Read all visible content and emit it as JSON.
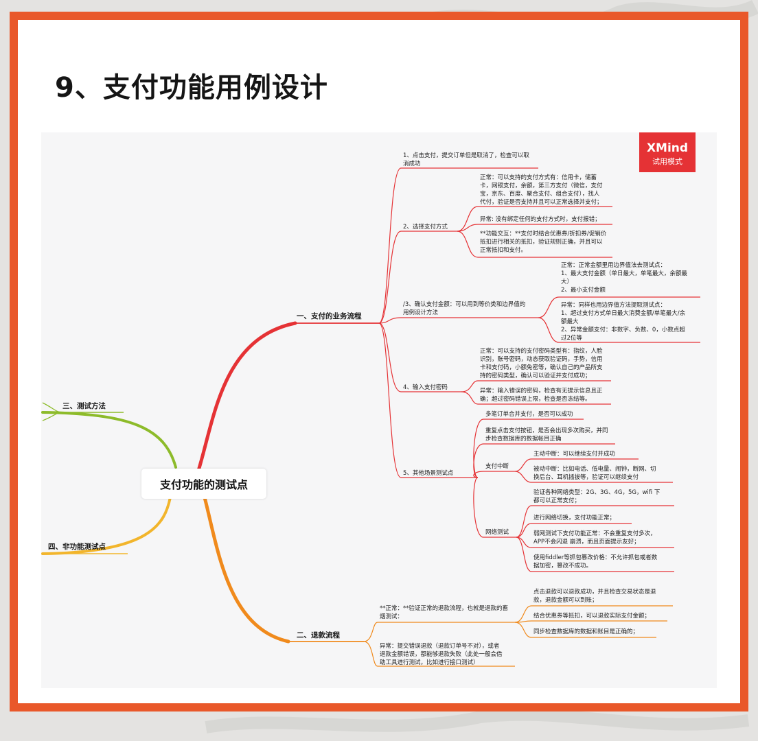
{
  "title": "9、支付功能用例设计",
  "watermark": {
    "brand": "XMind",
    "mode": "试用模式"
  },
  "colors": {
    "frame": "#e9582a",
    "badge": "#e53235",
    "red_branch": "#e53235",
    "orange_branch": "#f08a1c",
    "green_branch": "#8dbb2a",
    "yellow_branch": "#f2b52c"
  },
  "mindmap": {
    "central": "支付功能的测试点",
    "branches": {
      "flow": {
        "label": "一、支付的业务流程",
        "items": {
          "click_pay": "1、点击支付，提交订单但是取消了，检查可以取\n消成功",
          "choose_method": {
            "label": "2、选择支付方式",
            "normal": "正常：可以支持的支付方式有：信用卡，储蓄\n卡，网银支付，余额，第三方支付（微信，支付\n宝，京东、百度、聚合支付、组合支付），找人\n代付，验证是否支持并且可以正常选择并支付；",
            "abnormal": "异常: 没有绑定任何的支付方式时，支付报错；",
            "interaction": "**功能交互：**支付时结合优惠券/折扣券/促销价\n抵扣进行相关的抵扣，验证规则正确，并且可以\n正常抵扣和支付。"
          },
          "confirm_amount": {
            "label": "/3、确认支付金额：可以用到等价类和边界值的\n用例设计方法",
            "normal": "正常：正常金额里用边界值法去测试点：\n1、最大支付金额（单日最大，单笔最大，余额最\n大）\n2、最小支付金额",
            "abnormal": "异常：同样也用边界值方法提取测试点：\n1、超过支付方式单日最大消费金额/单笔最大/余\n额最大\n2、异常金额支付：非数字、负数、0，小数点超\n过2位等"
          },
          "password": {
            "label": "4、输入支付密码",
            "normal": "正常：可以支持的支付密码类型有：指纹，人脸\n识别，账号密码，动态获取验证码，手势，信用\n卡和支付码，小额免密等，确认自己的产品所支\n持的密码类型，确认可以验证并支付成功；",
            "abnormal": "异常：输入错误的密码，检查有无提示信息且正\n确；超过密码错误上限，检查是否冻结等。"
          },
          "other": {
            "label": "5、其他场景测试点",
            "multi_order": "多笔订单合并支付，是否可以成功",
            "repeat_click": "重复点击支付按钮，是否会出现多次购买，并同\n步检查数据库的数据帐目正确",
            "interrupt": {
              "label": "支付中断",
              "active": "主动中断：可以继续支付并成功",
              "passive": "被动中断：比如电话、低电量、闹钟，断网、切\n换后台、耳机插拔等，验证可以继续支付"
            },
            "network": {
              "label": "网络测试",
              "types": "验证各种网络类型：2G、3G、4G，5G，wifi 下\n都可以正常支付；",
              "switch": "进行网络切换，支付功能正常；",
              "weak": "弱网测试下支付功能正常：不会重复支付多次，\nAPP不会闪退 崩溃，而且页面提示友好；",
              "fiddler": "使用fiddler等抓包篡改价格：不允许抓包或者数\n据加密，篡改不成功。"
            }
          }
        }
      },
      "refund": {
        "label": "二、退款流程",
        "normal": {
          "label": "**正常：**验证正常的退款流程，也就是退款的畜\n烟测试：",
          "items": [
            "点击退款可以退款成功，并且检查交易状态是退\n款，退款金额可以到账；",
            "结合优惠券等抵扣，可以退款实际支付金额；",
            "同步检查数据库的数据和账目是正确的；"
          ]
        },
        "abnormal": "异常：提交错误退款（退款订单号不对），或者\n退款金额错误，都能够退款失败（此处一般会借\n助工具进行测试，比如进行接口测试）"
      },
      "method": {
        "label": "三、测试方法"
      },
      "nonfunc": {
        "label": "四、非功能测试点"
      }
    }
  }
}
